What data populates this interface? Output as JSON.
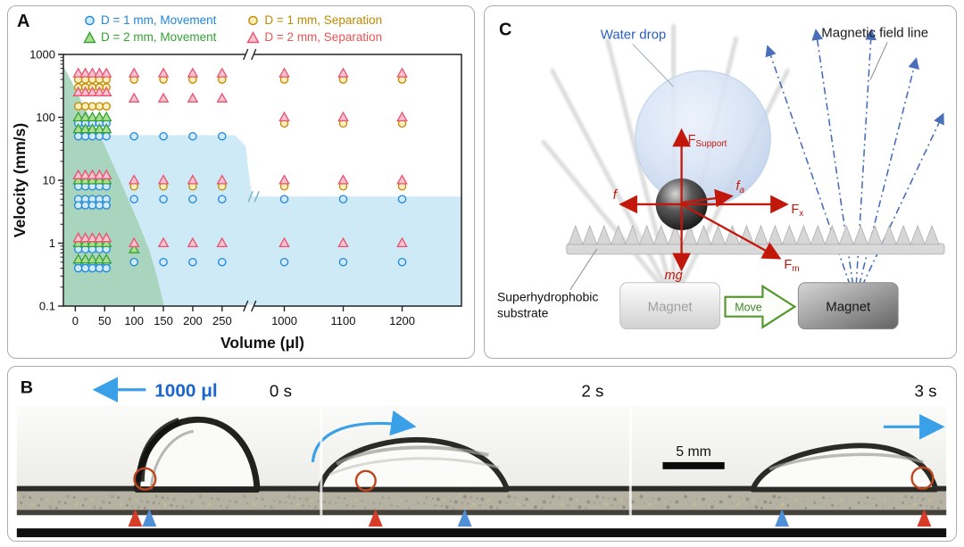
{
  "figure": {
    "panel_a_label": "A",
    "panel_b_label": "B",
    "panel_c_label": "C"
  },
  "panel_a": {
    "legend": [
      {
        "label": "D = 1 mm, Movement",
        "marker": "circle",
        "stroke": "#1e87d6",
        "fill": "#cfe9ff",
        "text_color": "#1e87d6"
      },
      {
        "label": "D = 1 mm, Separation",
        "marker": "circle",
        "stroke": "#bf8a00",
        "fill": "#ffeebc",
        "text_color": "#bf8a00"
      },
      {
        "label": "D = 2 mm, Movement",
        "marker": "triangle",
        "stroke": "#35a135",
        "fill": "#abdf8d",
        "text_color": "#35a135"
      },
      {
        "label": "D = 2 mm, Separation",
        "marker": "triangle",
        "stroke": "#e8526f",
        "fill": "#fac3d0",
        "text_color": "#e85555"
      }
    ]
  },
  "chart_data": {
    "type": "scatter",
    "xlabel": "Volume (μl)",
    "ylabel": "Velocity (mm/s)",
    "x_axis": {
      "type": "linear-broken",
      "ticks_left": [
        0,
        50,
        100,
        150,
        200,
        250
      ],
      "ticks_right": [
        1000,
        1100,
        1200
      ],
      "break_between": [
        250,
        1000
      ]
    },
    "y_axis": {
      "type": "log",
      "min": 0.1,
      "max": 1000,
      "ticks": [
        0.1,
        1,
        10,
        100,
        1000
      ]
    },
    "legend_position": "top",
    "regions": [
      {
        "name": "movement-region-blue",
        "color": "#cdeaf6",
        "opacity": 1,
        "points": [
          [
            0,
            0.1
          ],
          [
            0,
            350
          ],
          [
            0.025,
            130
          ],
          [
            0.05,
            62
          ],
          [
            0.08,
            52
          ],
          [
            0.43,
            52
          ],
          [
            0.458,
            35
          ],
          [
            0.468,
            10
          ],
          [
            0.474,
            5.5
          ],
          [
            1,
            5.5
          ],
          [
            1,
            0.1
          ]
        ]
      },
      {
        "name": "movement-region-green",
        "color": "#a5d3b8",
        "opacity": 0.9,
        "points": [
          [
            0,
            0.1
          ],
          [
            0,
            650
          ],
          [
            0.02,
            380
          ],
          [
            0.045,
            180
          ],
          [
            0.07,
            90
          ],
          [
            0.1,
            40
          ],
          [
            0.13,
            15
          ],
          [
            0.16,
            5.5
          ],
          [
            0.19,
            2
          ],
          [
            0.215,
            0.8
          ],
          [
            0.235,
            0.3
          ],
          [
            0.25,
            0.12
          ],
          [
            0.252,
            0.1
          ]
        ]
      }
    ],
    "series": [
      {
        "name": "D = 1 mm, Movement",
        "key": "d1-movement",
        "marker": "circle",
        "stroke": "#1e87d6",
        "fill": "#cfe9ff",
        "points": [
          [
            5,
            80
          ],
          [
            17,
            80
          ],
          [
            29,
            80
          ],
          [
            41,
            80
          ],
          [
            53,
            80
          ],
          [
            5,
            60
          ],
          [
            17,
            60
          ],
          [
            29,
            60
          ],
          [
            41,
            60
          ],
          [
            53,
            60
          ],
          [
            5,
            50
          ],
          [
            17,
            50
          ],
          [
            29,
            50
          ],
          [
            41,
            50
          ],
          [
            53,
            50
          ],
          [
            5,
            8
          ],
          [
            17,
            8
          ],
          [
            29,
            8
          ],
          [
            41,
            8
          ],
          [
            53,
            8
          ],
          [
            5,
            5
          ],
          [
            17,
            5
          ],
          [
            29,
            5
          ],
          [
            41,
            5
          ],
          [
            53,
            5
          ],
          [
            5,
            4
          ],
          [
            17,
            4
          ],
          [
            29,
            4
          ],
          [
            41,
            4
          ],
          [
            53,
            4
          ],
          [
            5,
            0.8
          ],
          [
            17,
            0.8
          ],
          [
            29,
            0.8
          ],
          [
            41,
            0.8
          ],
          [
            53,
            0.8
          ],
          [
            5,
            0.5
          ],
          [
            17,
            0.5
          ],
          [
            29,
            0.5
          ],
          [
            41,
            0.5
          ],
          [
            53,
            0.5
          ],
          [
            5,
            0.4
          ],
          [
            17,
            0.4
          ],
          [
            29,
            0.4
          ],
          [
            41,
            0.4
          ],
          [
            53,
            0.4
          ],
          [
            100,
            50
          ],
          [
            150,
            50
          ],
          [
            200,
            50
          ],
          [
            250,
            50
          ],
          [
            100,
            5
          ],
          [
            150,
            5
          ],
          [
            200,
            5
          ],
          [
            250,
            5
          ],
          [
            100,
            0.5
          ],
          [
            150,
            0.5
          ],
          [
            200,
            0.5
          ],
          [
            250,
            0.5
          ],
          [
            1000,
            5
          ],
          [
            1100,
            5
          ],
          [
            1200,
            5
          ],
          [
            1000,
            0.5
          ],
          [
            1100,
            0.5
          ],
          [
            1200,
            0.5
          ]
        ]
      },
      {
        "name": "D = 2 mm, Movement",
        "key": "d2-movement",
        "marker": "triangle",
        "stroke": "#35a135",
        "fill": "#abdf8d",
        "points": [
          [
            5,
            100
          ],
          [
            17,
            100
          ],
          [
            29,
            100
          ],
          [
            41,
            100
          ],
          [
            53,
            100
          ],
          [
            5,
            65
          ],
          [
            17,
            65
          ],
          [
            29,
            65
          ],
          [
            41,
            65
          ],
          [
            53,
            65
          ],
          [
            5,
            10
          ],
          [
            17,
            10
          ],
          [
            29,
            10
          ],
          [
            41,
            10
          ],
          [
            53,
            10
          ],
          [
            5,
            1
          ],
          [
            17,
            1
          ],
          [
            29,
            1
          ],
          [
            41,
            1
          ],
          [
            53,
            1
          ],
          [
            5,
            0.55
          ],
          [
            17,
            0.55
          ],
          [
            29,
            0.55
          ],
          [
            41,
            0.55
          ],
          [
            53,
            0.55
          ],
          [
            100,
            0.8
          ]
        ]
      },
      {
        "name": "D = 1 mm, Separation",
        "key": "d1-separation",
        "marker": "circle",
        "stroke": "#bf8a00",
        "fill": "#ffeebc",
        "points": [
          [
            5,
            400
          ],
          [
            17,
            400
          ],
          [
            29,
            400
          ],
          [
            41,
            400
          ],
          [
            53,
            400
          ],
          [
            100,
            400
          ],
          [
            150,
            400
          ],
          [
            200,
            400
          ],
          [
            250,
            400
          ],
          [
            1000,
            400
          ],
          [
            1100,
            400
          ],
          [
            1200,
            400
          ],
          [
            5,
            300
          ],
          [
            17,
            300
          ],
          [
            29,
            300
          ],
          [
            41,
            300
          ],
          [
            53,
            300
          ],
          [
            5,
            150
          ],
          [
            17,
            150
          ],
          [
            29,
            150
          ],
          [
            41,
            150
          ],
          [
            53,
            150
          ],
          [
            100,
            8
          ],
          [
            150,
            8
          ],
          [
            200,
            8
          ],
          [
            250,
            8
          ],
          [
            1000,
            8
          ],
          [
            1100,
            8
          ],
          [
            1200,
            8
          ],
          [
            1000,
            80
          ],
          [
            1100,
            80
          ],
          [
            1200,
            80
          ]
        ]
      },
      {
        "name": "D = 2 mm, Separation",
        "key": "d2-separation",
        "marker": "triangle",
        "stroke": "#e8526f",
        "fill": "#fac3d0",
        "points": [
          [
            5,
            500
          ],
          [
            17,
            500
          ],
          [
            29,
            500
          ],
          [
            41,
            500
          ],
          [
            53,
            500
          ],
          [
            100,
            500
          ],
          [
            150,
            500
          ],
          [
            200,
            500
          ],
          [
            250,
            500
          ],
          [
            1000,
            500
          ],
          [
            1100,
            500
          ],
          [
            1200,
            500
          ],
          [
            5,
            250
          ],
          [
            17,
            250
          ],
          [
            29,
            250
          ],
          [
            41,
            250
          ],
          [
            53,
            250
          ],
          [
            100,
            200
          ],
          [
            150,
            200
          ],
          [
            200,
            200
          ],
          [
            250,
            200
          ],
          [
            5,
            12
          ],
          [
            17,
            12
          ],
          [
            29,
            12
          ],
          [
            41,
            12
          ],
          [
            53,
            12
          ],
          [
            100,
            10
          ],
          [
            150,
            10
          ],
          [
            200,
            10
          ],
          [
            250,
            10
          ],
          [
            1000,
            10
          ],
          [
            1100,
            10
          ],
          [
            1200,
            10
          ],
          [
            1000,
            100
          ],
          [
            1100,
            100
          ],
          [
            1200,
            100
          ],
          [
            5,
            1.2
          ],
          [
            17,
            1.2
          ],
          [
            29,
            1.2
          ],
          [
            41,
            1.2
          ],
          [
            53,
            1.2
          ],
          [
            100,
            1
          ],
          [
            150,
            1
          ],
          [
            200,
            1
          ],
          [
            250,
            1
          ],
          [
            1000,
            1
          ],
          [
            1100,
            1
          ],
          [
            1200,
            1
          ]
        ]
      }
    ]
  },
  "panel_c": {
    "labels": {
      "water_drop": "Water drop",
      "magnetic_field_line": "Magnetic field line",
      "substrate_line1": "Superhydrophobic",
      "substrate_line2": "substrate",
      "magnet_left": "Magnet",
      "magnet_right": "Magnet",
      "move": "Move"
    },
    "forces": {
      "f_support": {
        "main": "F",
        "sub": "Support"
      },
      "f": {
        "main": "f"
      },
      "f_a": {
        "main": "f",
        "sub": "a"
      },
      "f_x": {
        "main": "F",
        "sub": "x"
      },
      "mg": {
        "main": "mg"
      },
      "f_m": {
        "main": "F",
        "sub": "m"
      }
    }
  },
  "panel_b": {
    "labels": {
      "volume": "1000 μl",
      "t0": "0 s",
      "t1": "2 s",
      "t2": "3 s",
      "scale": "5 mm"
    }
  }
}
